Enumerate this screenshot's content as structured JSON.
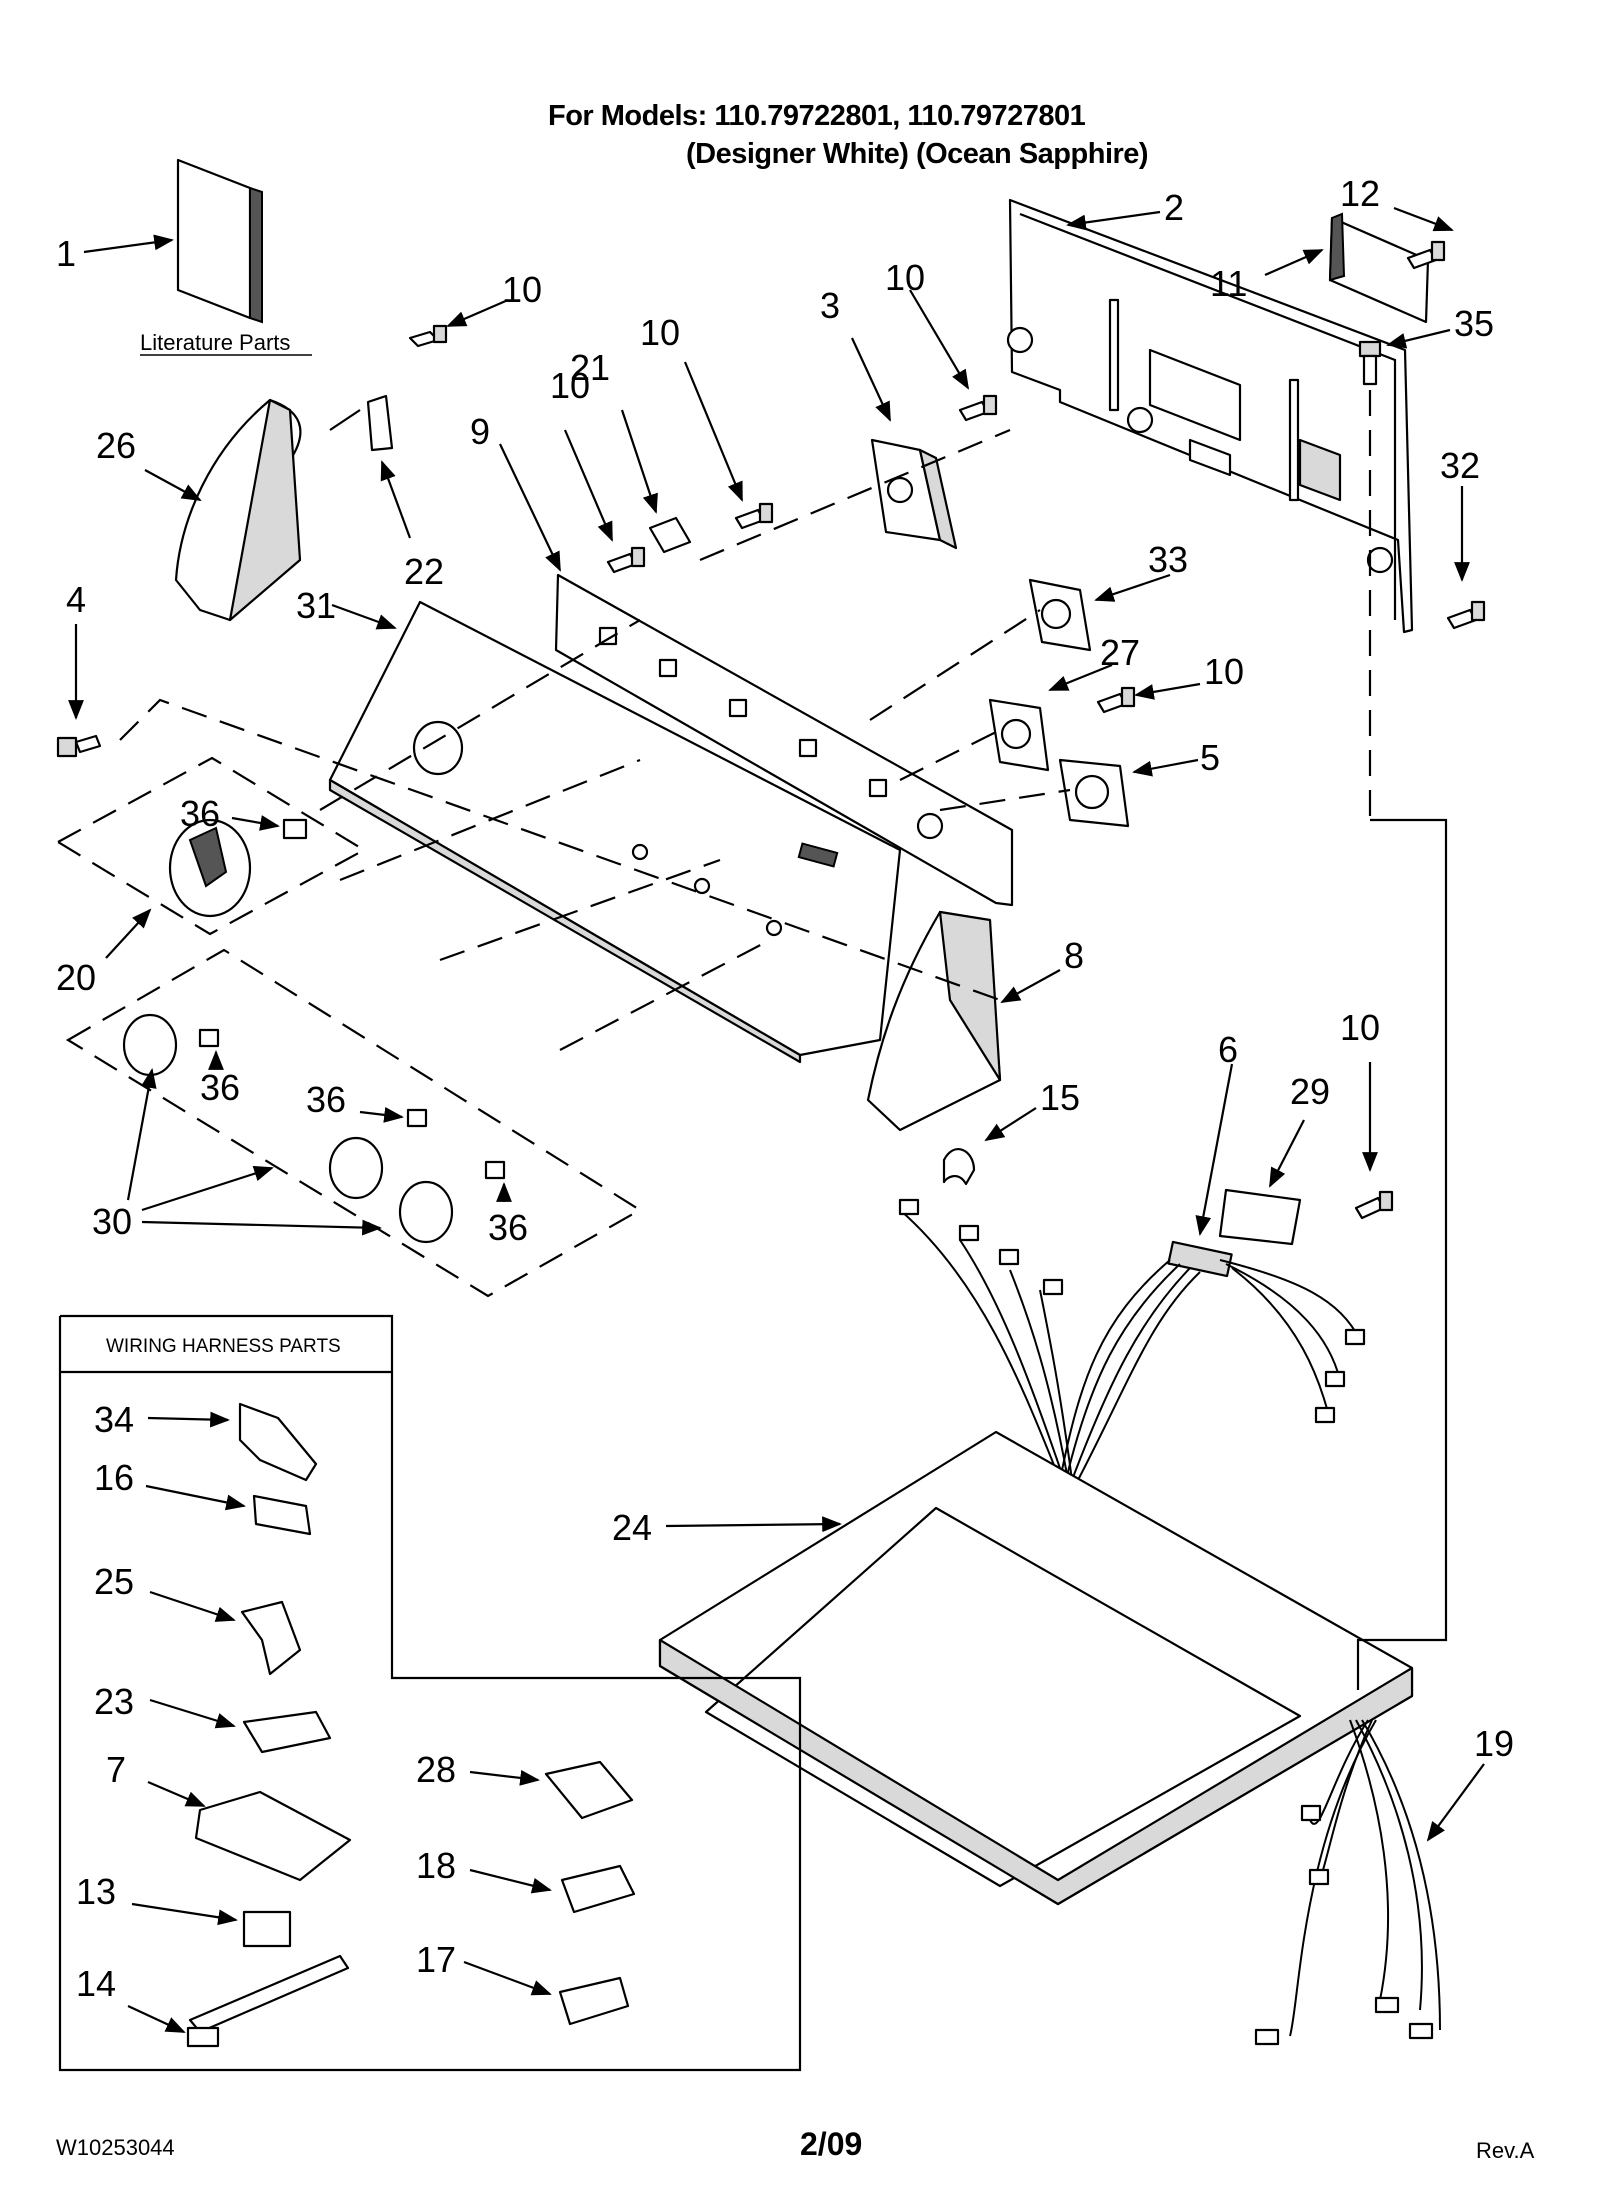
{
  "header": {
    "line1": "For Models: 110.79722801, 110.79727801",
    "line2": "(Designer White) (Ocean Sapphire)"
  },
  "literature_label": "Literature Parts",
  "wiring_box_title": "WIRING HARNESS PARTS",
  "callouts": {
    "c1": "1",
    "c2": "2",
    "c3": "3",
    "c4": "4",
    "c5": "5",
    "c6": "6",
    "c7": "7",
    "c8": "8",
    "c9": "9",
    "c10": "10",
    "c11": "11",
    "c12": "12",
    "c13": "13",
    "c14": "14",
    "c15": "15",
    "c16": "16",
    "c17": "17",
    "c18": "18",
    "c19": "19",
    "c20": "20",
    "c21": "21",
    "c22": "22",
    "c23": "23",
    "c24": "24",
    "c25": "25",
    "c26": "26",
    "c27": "27",
    "c28": "28",
    "c29": "29",
    "c30": "30",
    "c31": "31",
    "c32": "32",
    "c33": "33",
    "c34": "34",
    "c35": "35",
    "c36": "36"
  },
  "footer": {
    "doc_number": "W10253044",
    "date": "2/09",
    "revision": "Rev.A"
  }
}
